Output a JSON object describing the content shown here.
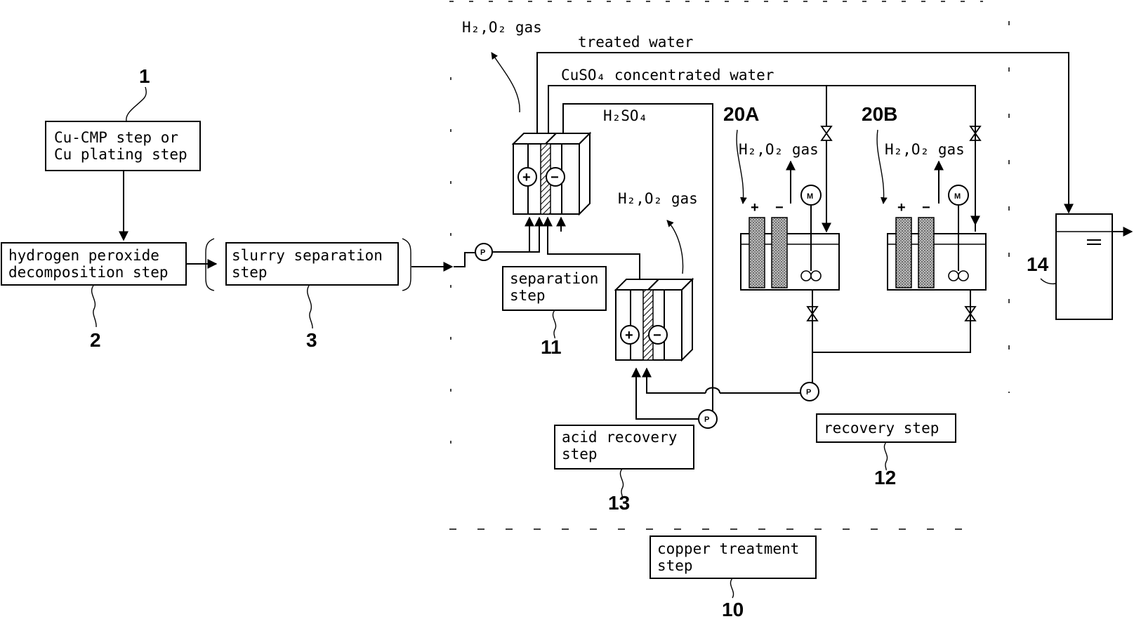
{
  "steps": {
    "s1": {
      "number": "1",
      "line1": "Cu-CMP step or",
      "line2": "Cu plating step"
    },
    "s2": {
      "number": "2",
      "line1": "hydrogen peroxide",
      "line2": "decomposition step"
    },
    "s3": {
      "number": "3",
      "line1": "slurry separation",
      "line2": "step"
    },
    "s10": {
      "number": "10",
      "line1": "copper treatment",
      "line2": "step"
    },
    "s11": {
      "number": "11",
      "line1": "separation",
      "line2": "step"
    },
    "s12": {
      "number": "12",
      "line1": "recovery step"
    },
    "s13": {
      "number": "13",
      "line1": "acid recovery",
      "line2": "step"
    }
  },
  "streams": {
    "treated_water": "treated water",
    "cuso4": "CuSO₄ concentrated water",
    "h2so4": "H₂SO₄",
    "gas": "H₂,O₂ gas"
  },
  "tanks": {
    "a": "20A",
    "b": "20B",
    "storage": "14"
  },
  "symbols": {
    "pump": "P",
    "motor": "M",
    "plus": "+",
    "minus": "−"
  }
}
